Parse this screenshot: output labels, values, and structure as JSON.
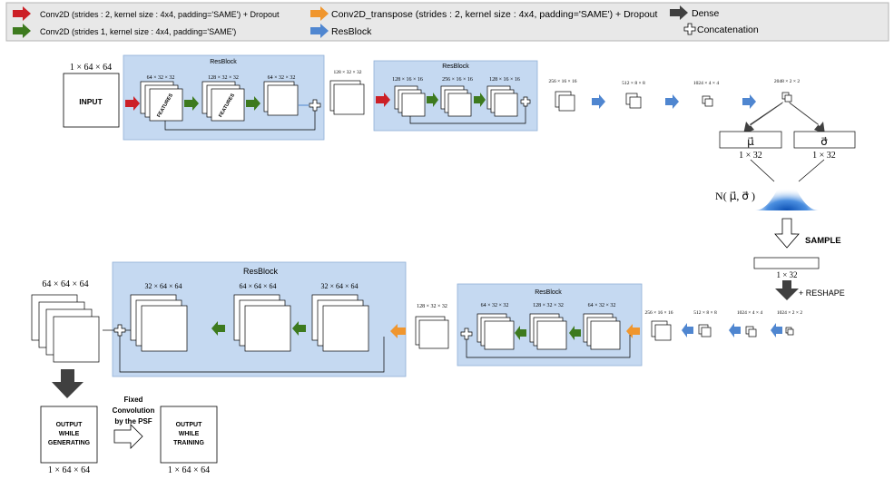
{
  "legend": {
    "red": "Conv2D (strides : 2, kernel size : 4x4, padding='SAME') + Dropout",
    "green": "Conv2D (strides 1, kernel size : 4x4, padding='SAME')",
    "orange": "Conv2D_transpose (strides : 2, kernel size : 4x4, padding='SAME') + Dropout",
    "blue": "ResBlock",
    "dense": "Dense",
    "concat": "Concatenation"
  },
  "colors": {
    "red": "#cc1f26",
    "green": "#3d7a1e",
    "orange": "#f0962e",
    "blue": "#4f86d0",
    "dense": "#404040",
    "resblock_bg": "#c5d9f1",
    "legend_bg": "#e8e8e8"
  },
  "encoder": {
    "input_dim": "1 × 64 × 64",
    "input_label": "INPUT",
    "resblock1_title": "ResBlock",
    "rb1_dims": [
      "64 × 32 × 32",
      "128 × 32 × 32",
      "64 × 32 × 32"
    ],
    "features_label": "FEATURES",
    "after_rb1_dim": "128 × 32 × 32",
    "resblock2_title": "ResBlock",
    "rb2_dims": [
      "128 × 16 × 16",
      "256 × 16 × 16",
      "128 × 16 × 16"
    ],
    "chain_dims": [
      "256 × 16 × 16",
      "512 × 8 × 8",
      "1024 × 4 × 4",
      "2048 × 2 × 2"
    ]
  },
  "latent": {
    "mu": "μ⃗",
    "sigma": "σ⃗",
    "mu_dim": "1 × 32",
    "sigma_dim": "1 × 32",
    "normal_label": "N( μ⃗, σ⃗ )",
    "sample_label": "SAMPLE",
    "sample_dim": "1 × 32",
    "reshape_label": "+ RESHAPE"
  },
  "decoder": {
    "chain_dims": [
      "1024 × 2 × 2",
      "1024 × 4 × 4",
      "512 × 8 × 8",
      "256 × 16 × 16"
    ],
    "resblock_small_title": "ResBlock",
    "small_dims": [
      "64 × 32 × 32",
      "128 × 32 × 32",
      "64 × 32 × 32"
    ],
    "mid_dim": "128 × 32 × 32",
    "resblock_big_title": "ResBlock",
    "big_dims": [
      "32 × 64 × 64",
      "64 × 64 × 64",
      "32 × 64 × 64"
    ],
    "output_dim": "64 × 64 × 64"
  },
  "outputs": {
    "gen_label": [
      "OUTPUT",
      "WHILE",
      "GENERATING"
    ],
    "gen_dim": "1 × 64 × 64",
    "psf_label": [
      "Fixed",
      "Convolution",
      "by the PSF"
    ],
    "train_label": [
      "OUTPUT",
      "WHILE",
      "TRAINING"
    ],
    "train_dim": "1 × 64 × 64"
  }
}
